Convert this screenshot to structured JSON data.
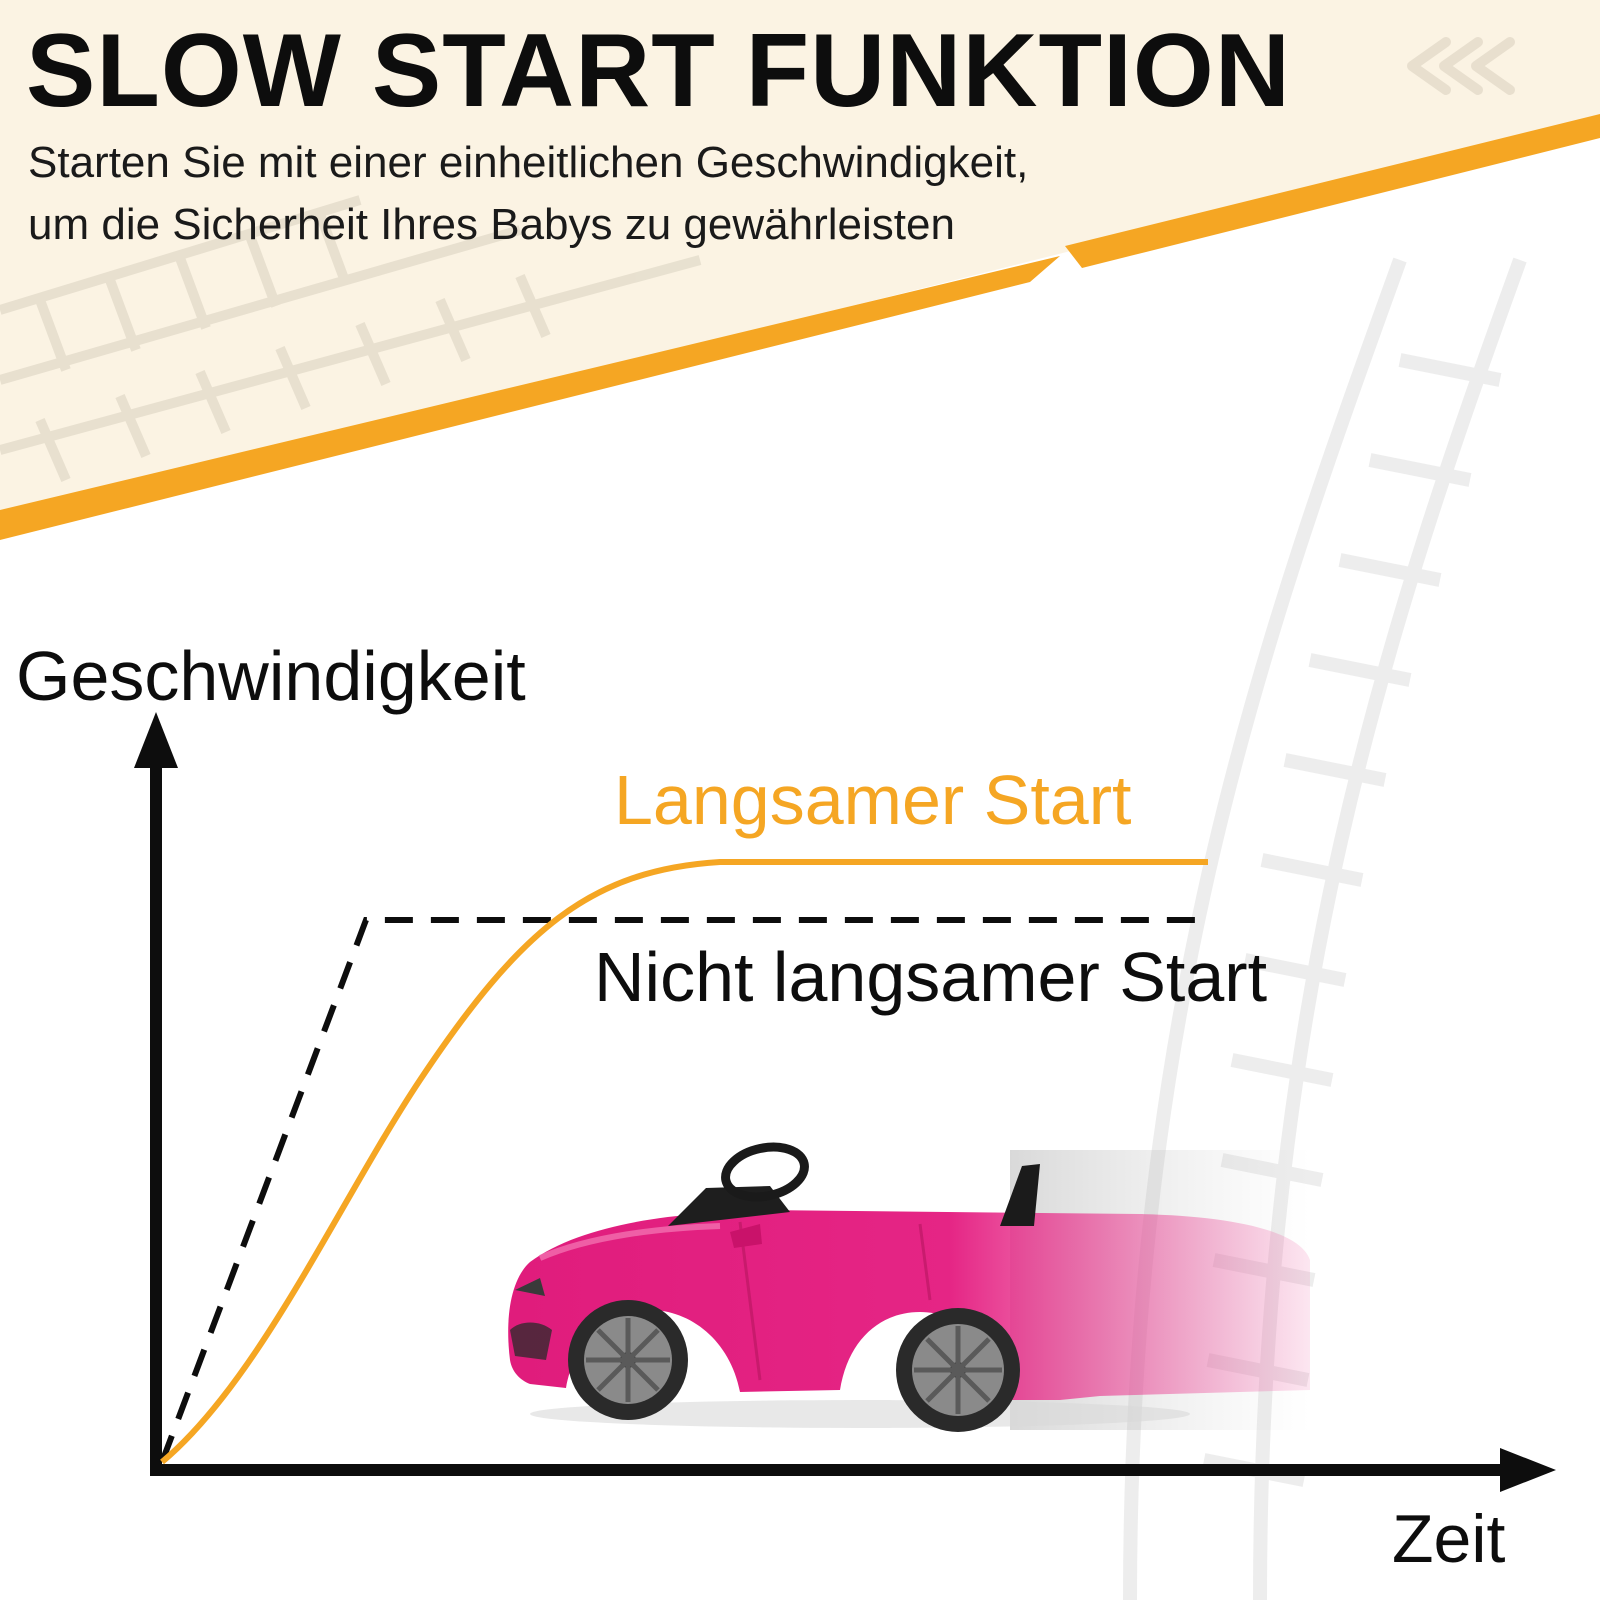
{
  "header": {
    "title": "SLOW START FUNKTION",
    "subtitle_line1": "Starten Sie mit einer einheitlichen Geschwindigkeit,",
    "subtitle_line2": "um die Sicherheit Ihres Babys zu gewährleisten"
  },
  "graph": {
    "y_label": "Geschwindigkeit",
    "x_label": "Zeit",
    "slow_start_label": "Langsamer Start",
    "no_slow_start_label": "Nicht langsamer Start"
  },
  "colors": {
    "accent": "#F5A623",
    "banner_bg": "#FBF3E3",
    "text": "#0D0D0D",
    "car": "#E0207A"
  },
  "icons": {
    "corner_decoration": "chevron-left-arrows-icon",
    "product": "pink-ride-on-car"
  }
}
